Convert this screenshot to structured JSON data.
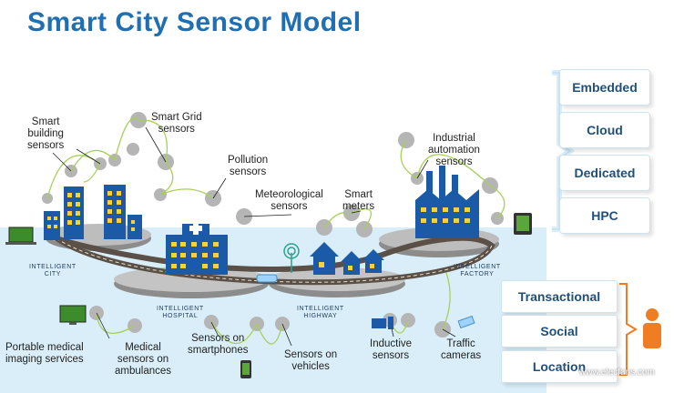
{
  "title": "Smart City Sensor Model",
  "deployment_tiers": [
    "Embedded",
    "Cloud",
    "Dedicated",
    "HPC"
  ],
  "applications": [
    "Transactional",
    "Social",
    "Location"
  ],
  "zones": {
    "city": [
      "INTELLIGENT",
      "CITY"
    ],
    "hospital": [
      "INTELLIGENT",
      "HOSPITAL"
    ],
    "highway": [
      "INTELLIGENT",
      "HIGHWAY"
    ],
    "factory": [
      "INTELLIGENT",
      "FACTORY"
    ]
  },
  "sensors": {
    "smart_building": "Smart\nbuilding\nsensors",
    "smart_grid": "Smart Grid\nsensors",
    "pollution": "Pollution\nsensors",
    "meteorological": "Meteorological\nsensors",
    "smart_meters": "Smart\nmeters",
    "industrial": "Industrial\nautomation\nsensors",
    "portable_medical": "Portable medical\nimaging services",
    "medical_ambulances": "Medical\nsensors on\nambulances",
    "smartphones": "Sensors on\nsmartphones",
    "vehicles": "Sensors on\nvehicles",
    "inductive": "Inductive\nsensors",
    "traffic": "Traffic\ncameras"
  },
  "watermark": "www.elecfans.com",
  "colors": {
    "title": "#1f6fb2",
    "tier_text": "#1f4f7a",
    "person": "#f07d22",
    "water": "#d6ecf7",
    "building": "#1a5aa6",
    "window": "#f2d43a",
    "road": "#5a5048"
  }
}
